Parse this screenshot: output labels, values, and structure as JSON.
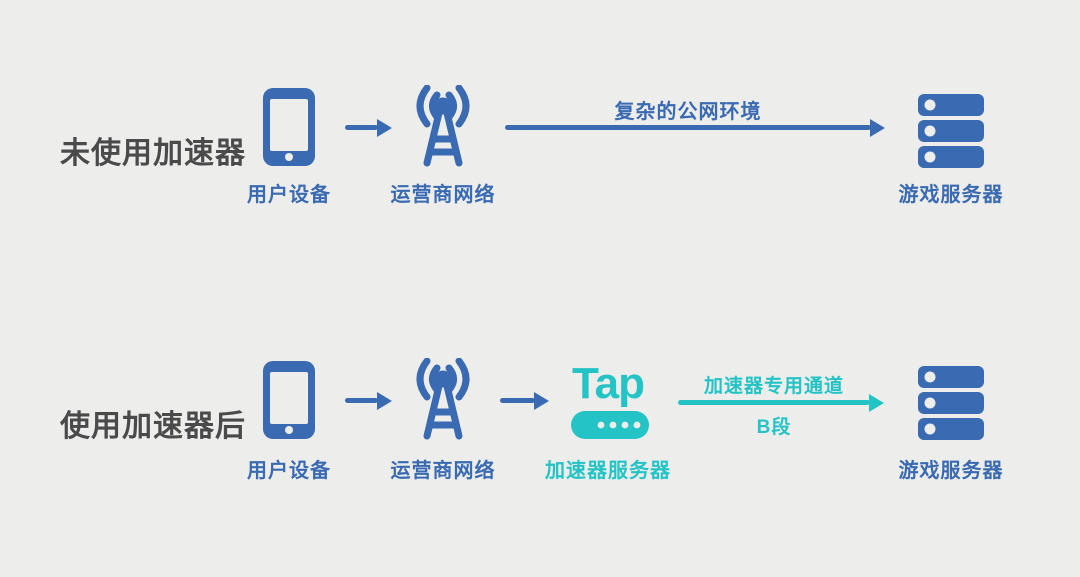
{
  "colors": {
    "background": "#edeeec",
    "blue": "#3a6ab2",
    "teal": "#24c3c5",
    "title_gray": "#4a4a4b"
  },
  "rows": [
    {
      "title": "未使用加速器",
      "device_label": "用户设备",
      "network_label": "运营商网络",
      "path_label": "复杂的公网环境",
      "server_label": "游戏服务器"
    },
    {
      "title": "使用加速器后",
      "device_label": "用户设备",
      "network_label": "运营商网络",
      "accelerator_brand": "Tap",
      "accelerator_label": "加速器服务器",
      "tunnel_label_top": "加速器专用通道",
      "tunnel_label_bottom": "B段",
      "server_label": "游戏服务器"
    }
  ]
}
